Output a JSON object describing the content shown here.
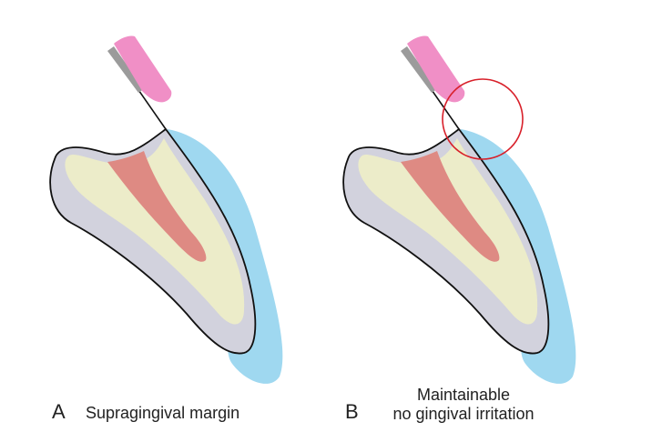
{
  "panels": [
    {
      "letter": "A",
      "caption_lines": [
        "Supragingival margin"
      ]
    },
    {
      "letter": "B",
      "caption_lines": [
        "Maintainable",
        "no gingival irritation"
      ]
    }
  ],
  "colors": {
    "enamel": "#d2d2dd",
    "dentin": "#ececc9",
    "pulp": "#de8a83",
    "gingiva": "#9fd8f0",
    "instrument_pink": "#f08fc6",
    "instrument_grey": "#9b9b9b",
    "highlight_circle": "#d8202a",
    "outline": "#111111"
  }
}
